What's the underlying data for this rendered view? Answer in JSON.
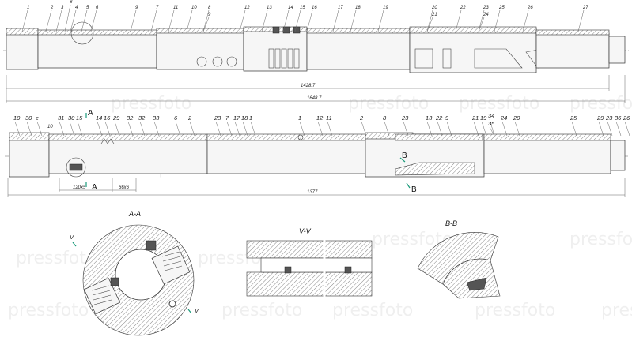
{
  "watermark": "pressfoto",
  "top_view": {
    "part_labels": [
      "1",
      "2",
      "3",
      "8",
      "4",
      "5",
      "6",
      "9",
      "7",
      "11",
      "10",
      "8",
      "9",
      "12",
      "13",
      "14",
      "15",
      "16",
      "17",
      "18",
      "19",
      "20",
      "21",
      "22",
      "23",
      "24",
      "25",
      "26",
      "27"
    ],
    "dimensions": [
      "1428.7",
      "1648.7"
    ]
  },
  "section_view": {
    "part_labels": [
      "10",
      "30",
      "г",
      "31",
      "30",
      "15",
      "14",
      "16",
      "29",
      "32",
      "32",
      "33",
      "6",
      "2",
      "23",
      "7",
      "17",
      "18",
      "1",
      "1",
      "12",
      "11",
      "2",
      "8",
      "23",
      "13",
      "22",
      "9",
      "21",
      "19",
      "34",
      "35",
      "24",
      "20",
      "25",
      "29",
      "23",
      "36",
      "26"
    ],
    "small_label": "10",
    "section_markers": {
      "a_top": "A",
      "a_bottom": "A",
      "b_top": "B",
      "b_bottom": "B"
    },
    "dimensions": [
      "1377",
      "120x5",
      "66x6"
    ]
  },
  "details": {
    "aa": {
      "title": "A-A",
      "v_top": "V",
      "v_bottom": "V"
    },
    "vv": {
      "title": "V-V"
    },
    "bb": {
      "title": "B-B"
    }
  }
}
